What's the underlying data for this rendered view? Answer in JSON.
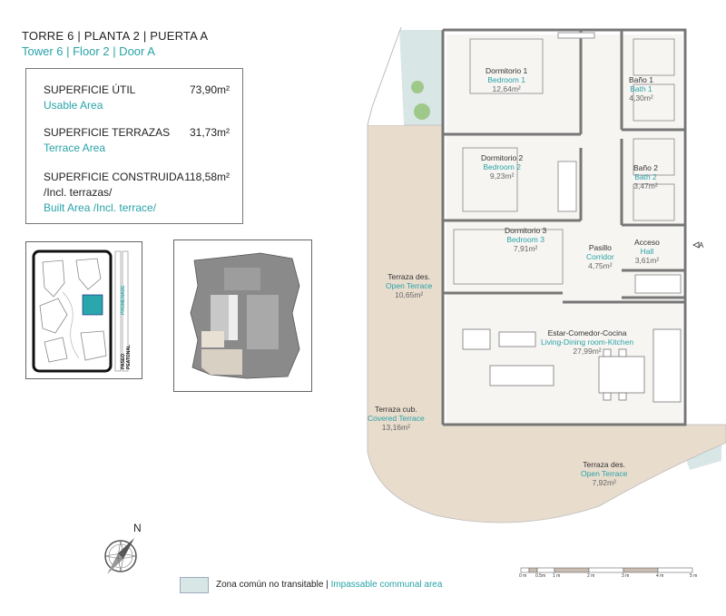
{
  "header": {
    "title_es": "TORRE 6 | PLANTA 2 | PUERTA A",
    "title_en": "Tower 6 | Floor 2 | Door A"
  },
  "surfaces": [
    {
      "label_es": "SUPERFICIE ÚTIL",
      "label_en": "Usable Area",
      "value": "73,90m²"
    },
    {
      "label_es": "SUPERFICIE TERRAZAS",
      "label_en": "Terrace Area",
      "value": "31,73m²"
    },
    {
      "label_es": "SUPERFICIE CONSTRUIDA",
      "label_es2": "/Incl. terrazas/",
      "label_en": "Built Area /Incl. terrace/",
      "value": "118,58m²"
    }
  ],
  "site_plan": {
    "promenade": "PROMENADE",
    "pedestrian_walk": "PASEO PEATONAL"
  },
  "rooms": [
    {
      "es": "Dormitorio 1",
      "en": "Bedroom 1",
      "area": "12,64m²"
    },
    {
      "es": "Baño 1",
      "en": "Bath 1",
      "area": "4,30m²"
    },
    {
      "es": "Dormitorio 2",
      "en": "Bedroom 2",
      "area": "9,23m²"
    },
    {
      "es": "Baño 2",
      "en": "Bath 2",
      "area": "3,47m²"
    },
    {
      "es": "Dormitorio 3",
      "en": "Bedroom 3",
      "area": "7,91m²"
    },
    {
      "es": "Pasillo",
      "en": "Corridor",
      "area": "4,75m²"
    },
    {
      "es": "Acceso",
      "en": "Hall",
      "area": "3,61m²"
    },
    {
      "es": "Terraza des.",
      "en": "Open Terrace",
      "area": "10,65m²"
    },
    {
      "es": "Estar-Comedor-Cocina",
      "en": "Living-Dining room-Kitchen",
      "area": "27,99m²"
    },
    {
      "es": "Terraza cub.",
      "en": "Covered Terrace",
      "area": "13,16m²"
    },
    {
      "es": "Terraza des.",
      "en": "Open Terrace",
      "area": "7,92m²"
    }
  ],
  "access_marker": "A",
  "compass": {
    "label": "N"
  },
  "legend": {
    "es": "Zona común no transitable | ",
    "en": "Impassable communal area",
    "color": "#d9e6e6"
  },
  "scale_bar": {
    "ticks": [
      "0 m",
      "0.5m",
      "1 m",
      "2 m",
      "3 m",
      "4 m",
      "5 m"
    ]
  },
  "colors": {
    "accent": "#29a3a8",
    "wall": "#e6e6e6",
    "terrace": "#e8dccd",
    "floor": "#f7f5f2"
  }
}
